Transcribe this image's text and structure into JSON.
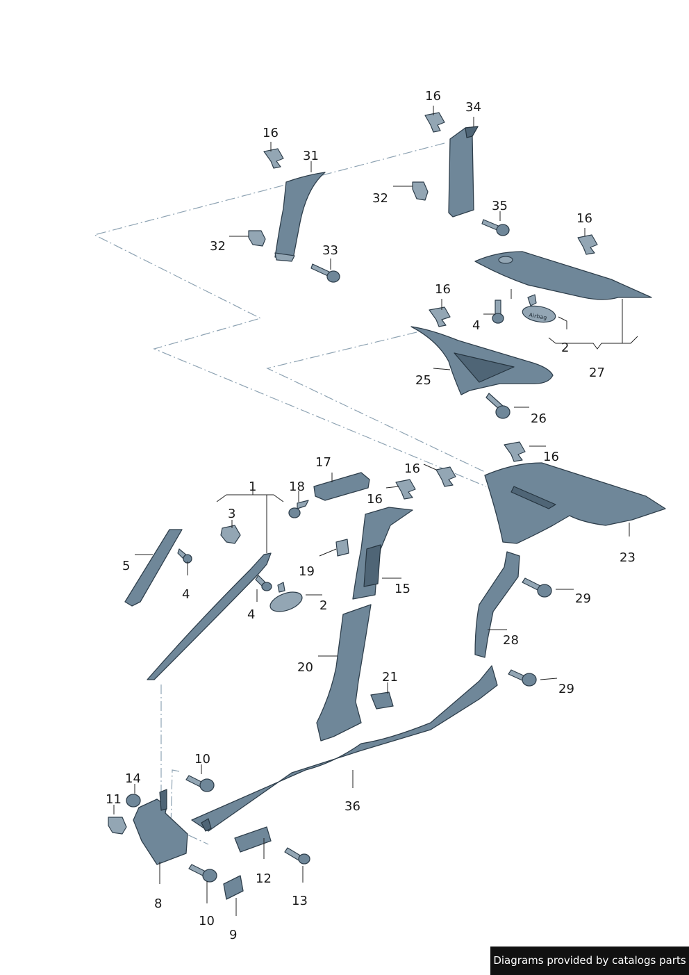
{
  "callouts": {
    "c16a": "16",
    "c34": "34",
    "c16b": "16",
    "c31": "31",
    "c32a": "32",
    "c35": "35",
    "c16c": "16",
    "c32b": "32",
    "c33": "33",
    "c16d": "16",
    "c4a": "4",
    "c2a": "2",
    "c27": "27",
    "c25": "25",
    "c26": "26",
    "c16e": "16",
    "c17": "17",
    "c16f": "16",
    "c1": "1",
    "c18": "18",
    "c16g": "16",
    "c3": "3",
    "c23": "23",
    "c5": "5",
    "c19": "19",
    "c15": "15",
    "c4b": "4",
    "c4c": "4",
    "c2b": "2",
    "c29a": "29",
    "c28": "28",
    "c20": "20",
    "c21": "21",
    "c29b": "29",
    "c10a": "10",
    "c14": "14",
    "c36": "36",
    "c11": "11",
    "c12": "12",
    "c8": "8",
    "c13": "13",
    "c10b": "10",
    "c9": "9"
  },
  "airbag_label": "Airbag",
  "credit": "Diagrams provided by catalogs parts",
  "colors": {
    "part": "#6f8799",
    "outline": "#2f3f4c",
    "dashed_line": "#8ea3b3"
  }
}
